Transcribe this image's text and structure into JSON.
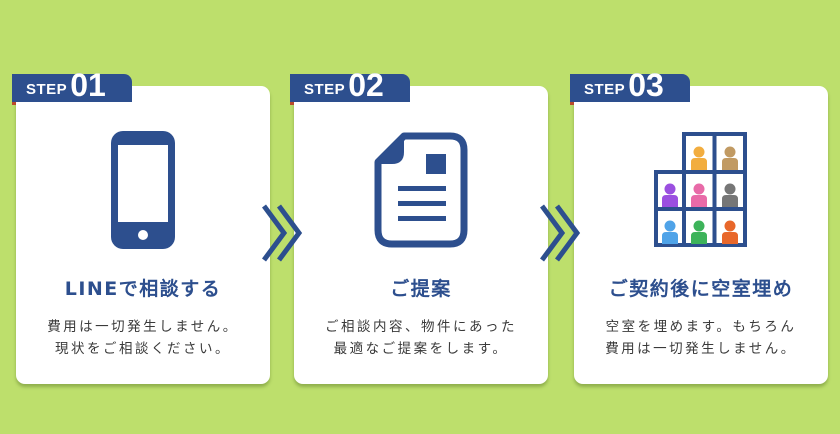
{
  "colors": {
    "background": "#bddf6c",
    "brand_navy": "#2d4f8e",
    "card": "#ffffff",
    "text": "#3a3a3a"
  },
  "steps": [
    {
      "step_label": "STEP",
      "number": "01",
      "icon": "smartphone-icon",
      "title": "LINEで相談する",
      "description_lines": [
        "費用は一切発生しません。",
        "現状をご相談ください。"
      ]
    },
    {
      "step_label": "STEP",
      "number": "02",
      "icon": "document-icon",
      "title": "ご提案",
      "description_lines": [
        "ご相談内容、物件にあった",
        "最適なご提案をします。"
      ]
    },
    {
      "step_label": "STEP",
      "number": "03",
      "icon": "apartment-residents-icon",
      "title": "ご契約後に空室埋め",
      "description_lines": [
        "空室を埋めます。もちろん",
        "費用は一切発生しません。"
      ]
    }
  ],
  "connectors": [
    "double-chevron-right-icon",
    "double-chevron-right-icon"
  ],
  "resident_colors": [
    "#f2ad3f",
    "#c19a63",
    "#9b4fe0",
    "#e86aa8",
    "#767676",
    "#4fa3e8",
    "#3db35a",
    "#e8672a"
  ]
}
